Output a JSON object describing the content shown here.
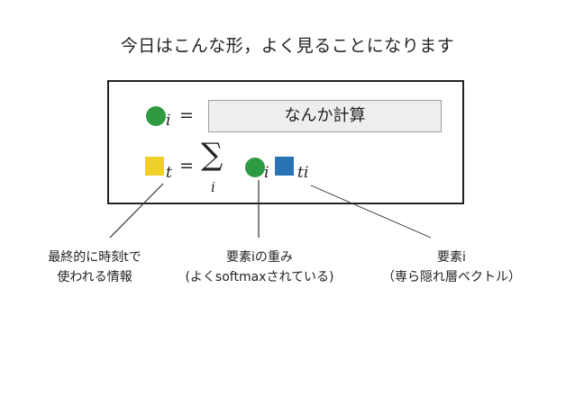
{
  "title": "今日はこんな形，よく見ることになります",
  "colors": {
    "green": "#2e9b42",
    "yellow": "#f2d02b",
    "blue": "#2a73b5"
  },
  "icons": [
    "green-circle-icon",
    "yellow-square-icon",
    "blue-square-icon"
  ],
  "row1": {
    "subscript": "i",
    "equals": "=",
    "box_text": "なんか計算"
  },
  "row2": {
    "subscript": "t",
    "equals": "=",
    "sigma": "∑",
    "sum_index": "i",
    "circle_sub": "i",
    "square_sub": "ti"
  },
  "labels": {
    "left_line1": "最終的に時刻tで",
    "left_line2": "使われる情報",
    "middle_line1": "要素iの重み",
    "middle_line2": "(よくsoftmaxされている)",
    "right_line1": "要素i",
    "right_line2": "（専ら隠れ層ベクトル）"
  }
}
